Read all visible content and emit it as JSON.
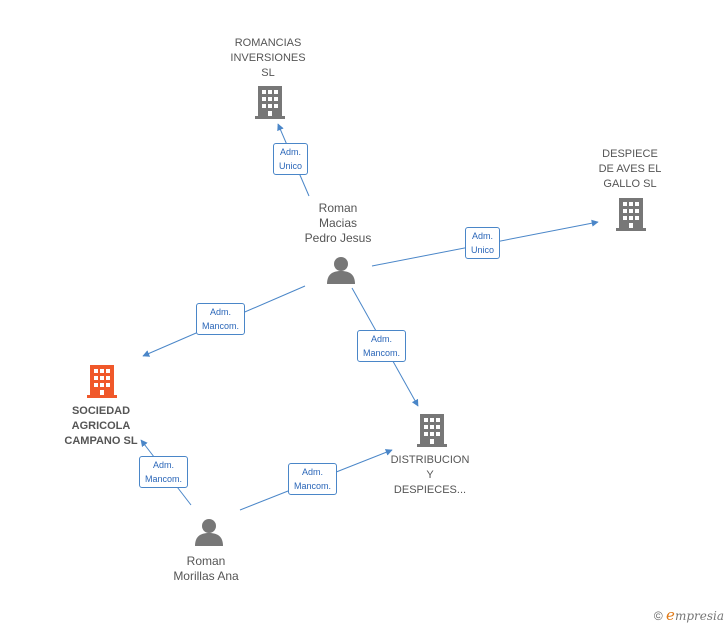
{
  "colors": {
    "edge": "#4a86c8",
    "company_icon": "#777777",
    "main_company_icon": "#f0582a",
    "person_icon": "#777777"
  },
  "nodes": {
    "romancias": {
      "line1": "ROMANCIAS",
      "line2": "INVERSIONES",
      "line3": "SL"
    },
    "despiece": {
      "line1": "DESPIECE",
      "line2": "DE AVES EL",
      "line3": "GALLO SL"
    },
    "sociedad": {
      "line1": "SOCIEDAD",
      "line2": "AGRICOLA",
      "line3": "CAMPANO  SL"
    },
    "distribucion": {
      "line1": "DISTRIBUCION",
      "line2": "Y",
      "line3": "DESPIECES..."
    },
    "roman_macias": {
      "line1": "Roman",
      "line2": "Macias",
      "line3": "Pedro Jesus"
    },
    "roman_morillas": {
      "line1": "Roman",
      "line2": "Morillas Ana"
    }
  },
  "edges": {
    "e1": {
      "line1": "Adm.",
      "line2": "Unico"
    },
    "e2": {
      "line1": "Adm.",
      "line2": "Unico"
    },
    "e3": {
      "line1": "Adm.",
      "line2": "Mancom."
    },
    "e4": {
      "line1": "Adm.",
      "line2": "Mancom."
    },
    "e5": {
      "line1": "Adm.",
      "line2": "Mancom."
    },
    "e6": {
      "line1": "Adm.",
      "line2": "Mancom."
    }
  },
  "brand": {
    "symbol": "©",
    "e": "e",
    "rest": "mpresia"
  }
}
